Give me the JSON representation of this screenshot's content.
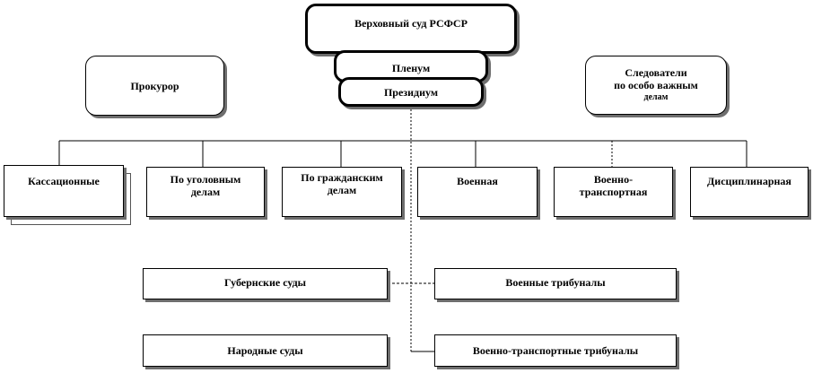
{
  "top": {
    "supreme_court": "Верховный суд РСФСР",
    "plenum": "Пленум",
    "presidium": "Президиум"
  },
  "side": {
    "prosecutor": "Прокурор",
    "investigators_line1": "Следователи",
    "investigators_line2": "по особо важным",
    "investigators_line3": "делам"
  },
  "colleges": {
    "cassation": "Кассационные",
    "criminal_line1": "По уголовным",
    "criminal_line2": "делам",
    "civil_line1": "По гражданским",
    "civil_line2": "делам",
    "military": "Военная",
    "transport_line1": "Военно-",
    "transport_line2": "транспортная",
    "disciplinary": "Дисциплинарная"
  },
  "lower": {
    "provincial_courts": "Губернские  суды",
    "military_tribunals": "Военные трибуналы",
    "peoples_courts": "Народные суды",
    "transport_tribunals": "Военно-транспортные трибуналы"
  }
}
